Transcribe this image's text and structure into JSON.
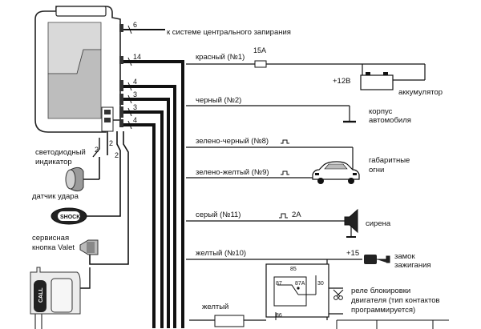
{
  "labels": {
    "central_lock": "к системе центрального запирания",
    "red": "красный (№1)",
    "fuse": "15A",
    "plus12": "+12В",
    "battery": "аккумулятор",
    "black": "черный (№2)",
    "body_line1": "корпус",
    "body_line2": "автомобиля",
    "green_black": "зелено-черный (№8)",
    "green_yellow": "зелено-желтый (№9)",
    "parking_line1": "габаритные",
    "parking_line2": "огни",
    "grey": "серый (№11)",
    "siren_current": "2A",
    "siren": "сирена",
    "yellow": "желтый (№10)",
    "plus15": "+15",
    "ignition_line1": "замок",
    "ignition_line2": "зажигания",
    "relay_line1": "реле блокировки",
    "relay_line2": "двигателя (тип контактов",
    "relay_line3": "программируется)",
    "yellow_bottom": "желтый",
    "led_line1": "светодиодный",
    "led_line2": "индикатор",
    "shock_sensor": "датчик удара",
    "shock_badge": "SHOCK",
    "valet_line1": "сервисная",
    "valet_line2": "кнопка Valet",
    "call_badge": "CALL"
  },
  "wire_counts": {
    "central": "6",
    "main": "14",
    "c1": "4",
    "c2": "3",
    "c3": "3",
    "c4": "4",
    "led": "2",
    "shock": "2",
    "valet": "2"
  },
  "relay_pins": {
    "p85": "85",
    "p87": "87",
    "p87a": "87A",
    "p30": "30",
    "p86": "86"
  }
}
